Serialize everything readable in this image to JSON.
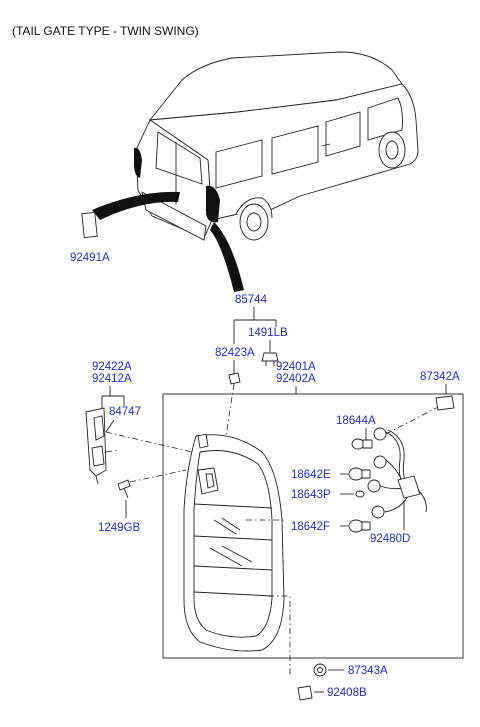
{
  "header": {
    "title": "(TAIL GATE TYPE - TWIN SWING)"
  },
  "parts": {
    "p92491A": "92491A",
    "p85744": "85744",
    "p1491LB": "1491LB",
    "p82423A": "82423A",
    "p92401A": "92401A",
    "p92402A": "92402A",
    "p92422A": "92422A",
    "p92412A": "92412A",
    "p84747": "84747",
    "p87342A": "87342A",
    "p18644A": "18644A",
    "p18642E": "18642E",
    "p18643P": "18643P",
    "p18642F": "18642F",
    "p92480D": "92480D",
    "p1249GB": "1249GB",
    "p87343A": "87343A",
    "p92408B": "92408B"
  },
  "colors": {
    "label": "#1f2fd0",
    "line": "#222222",
    "header": "#111111"
  }
}
